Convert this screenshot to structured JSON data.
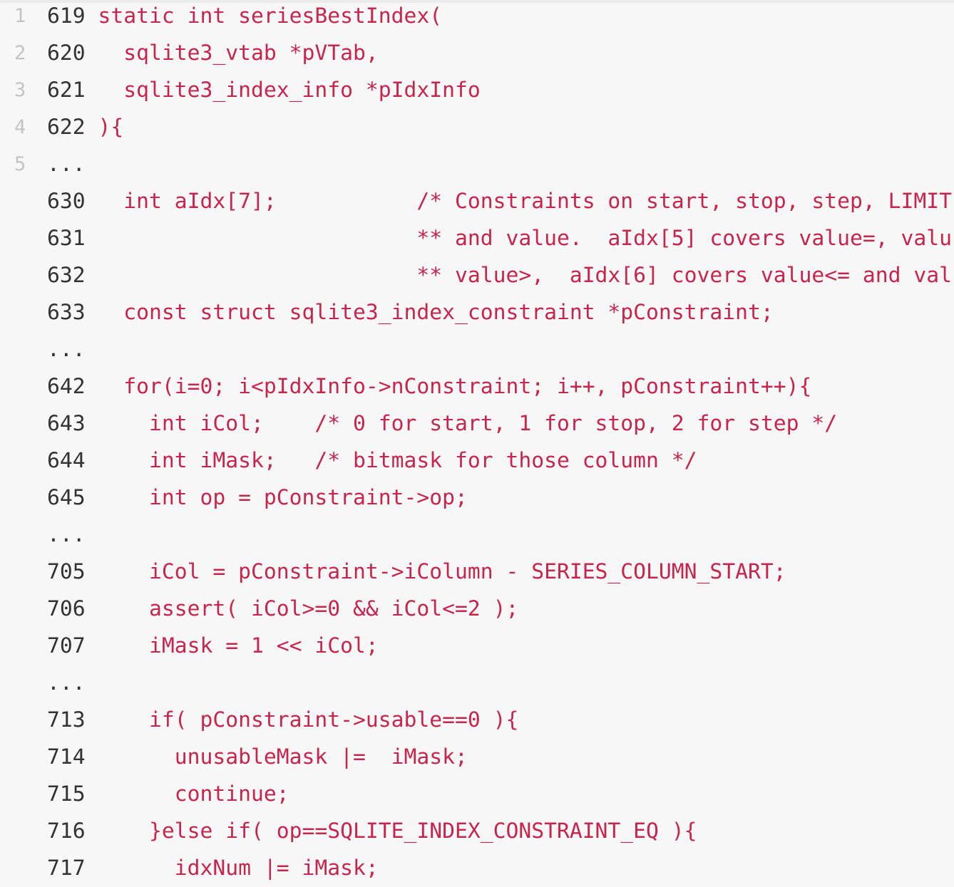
{
  "colors": {
    "background": "#f7f7f7",
    "code": "#c7254e",
    "line_number": "#333333",
    "gutter": "#c4c4c4"
  },
  "rows": [
    {
      "gutter": "1",
      "num": "619",
      "code": "static int seriesBestIndex("
    },
    {
      "gutter": "2",
      "num": "620",
      "code": "  sqlite3_vtab *pVTab,"
    },
    {
      "gutter": "3",
      "num": "621",
      "code": "  sqlite3_index_info *pIdxInfo"
    },
    {
      "gutter": "4",
      "num": "622",
      "code": "){"
    },
    {
      "gutter": "5",
      "num": "...",
      "code": ""
    },
    {
      "gutter": "",
      "num": "630",
      "code": "  int aIdx[7];           /* Constraints on start, stop, step, LIMIT"
    },
    {
      "gutter": "",
      "num": "631",
      "code": "                         ** and value.  aIdx[5] covers value=, valu"
    },
    {
      "gutter": "",
      "num": "632",
      "code": "                         ** value>,  aIdx[6] covers value<= and val"
    },
    {
      "gutter": "",
      "num": "633",
      "code": "  const struct sqlite3_index_constraint *pConstraint;"
    },
    {
      "gutter": "",
      "num": "...",
      "code": ""
    },
    {
      "gutter": "",
      "num": "642",
      "code": "  for(i=0; i<pIdxInfo->nConstraint; i++, pConstraint++){"
    },
    {
      "gutter": "",
      "num": "643",
      "code": "    int iCol;    /* 0 for start, 1 for stop, 2 for step */"
    },
    {
      "gutter": "",
      "num": "644",
      "code": "    int iMask;   /* bitmask for those column */"
    },
    {
      "gutter": "",
      "num": "645",
      "code": "    int op = pConstraint->op;"
    },
    {
      "gutter": "",
      "num": "...",
      "code": ""
    },
    {
      "gutter": "",
      "num": "705",
      "code": "    iCol = pConstraint->iColumn - SERIES_COLUMN_START;"
    },
    {
      "gutter": "",
      "num": "706",
      "code": "    assert( iCol>=0 && iCol<=2 );"
    },
    {
      "gutter": "",
      "num": "707",
      "code": "    iMask = 1 << iCol;"
    },
    {
      "gutter": "",
      "num": "...",
      "code": ""
    },
    {
      "gutter": "",
      "num": "713",
      "code": "    if( pConstraint->usable==0 ){"
    },
    {
      "gutter": "",
      "num": "714",
      "code": "      unusableMask |=  iMask;"
    },
    {
      "gutter": "",
      "num": "715",
      "code": "      continue;"
    },
    {
      "gutter": "",
      "num": "716",
      "code": "    }else if( op==SQLITE_INDEX_CONSTRAINT_EQ ){"
    },
    {
      "gutter": "",
      "num": "717",
      "code": "      idxNum |= iMask;"
    }
  ]
}
